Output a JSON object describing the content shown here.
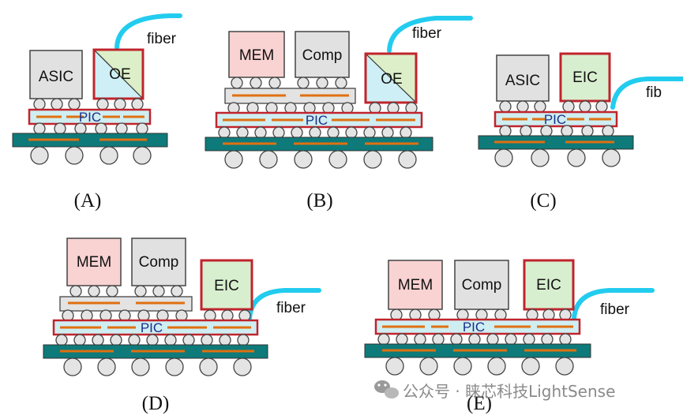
{
  "colors": {
    "substrate": "#0e7a7a",
    "pic_fill": "#cfeef2",
    "pic_border": "#c0242c",
    "trace": "#e07010",
    "ball_fill": "#e4e4e4",
    "ball_stroke": "#444444",
    "asic_fill": "#e1e1e1",
    "comp_fill": "#e1e1e1",
    "mem_fill": "#f9d2d2",
    "eic_fill": "#d8efcf",
    "oe_fill_a": "#cdeff5",
    "oe_fill_b": "#dcefc8",
    "interposer_fill": "#e3e3e3",
    "fiber": "#22ccee"
  },
  "labels": {
    "asic": "ASIC",
    "oe": "OE",
    "mem": "MEM",
    "comp": "Comp",
    "eic": "EIC",
    "pic": "PIC",
    "fiber": "fiber",
    "fiber_cut": "fib"
  },
  "captions": {
    "a": "(A)",
    "b": "(B)",
    "c": "(C)",
    "d": "(D)",
    "e": "(E)"
  },
  "watermark": {
    "text": "公众号 · 睐芯科技LightSense",
    "icon": "wechat-icon"
  }
}
